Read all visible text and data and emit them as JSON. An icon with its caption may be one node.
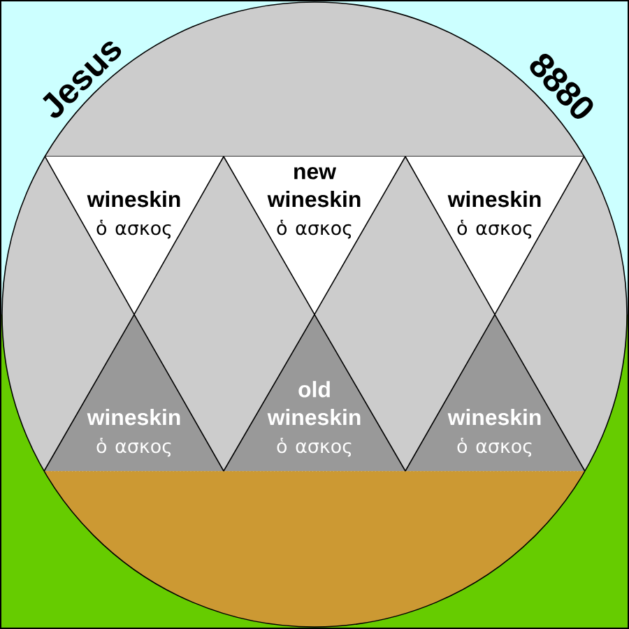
{
  "diagram": {
    "nodes": [
      {
        "text": [
          "wineskin",
          "ὁ ασκος"
        ]
      },
      {
        "text": [
          "new wineskin",
          "ὁ ασκος"
        ]
      },
      {
        "text": [
          "wineskin",
          "ὁ ασκος"
        ]
      },
      {
        "text": [
          "wineskin",
          "ὁ ασκος"
        ]
      },
      {
        "text": [
          "old wineskin",
          "ὁ ασκος"
        ]
      },
      {
        "text": [
          "wineskin",
          "ὁ ασκος"
        ]
      }
    ],
    "labels": [
      "Jesus",
      "8880"
    ]
  }
}
